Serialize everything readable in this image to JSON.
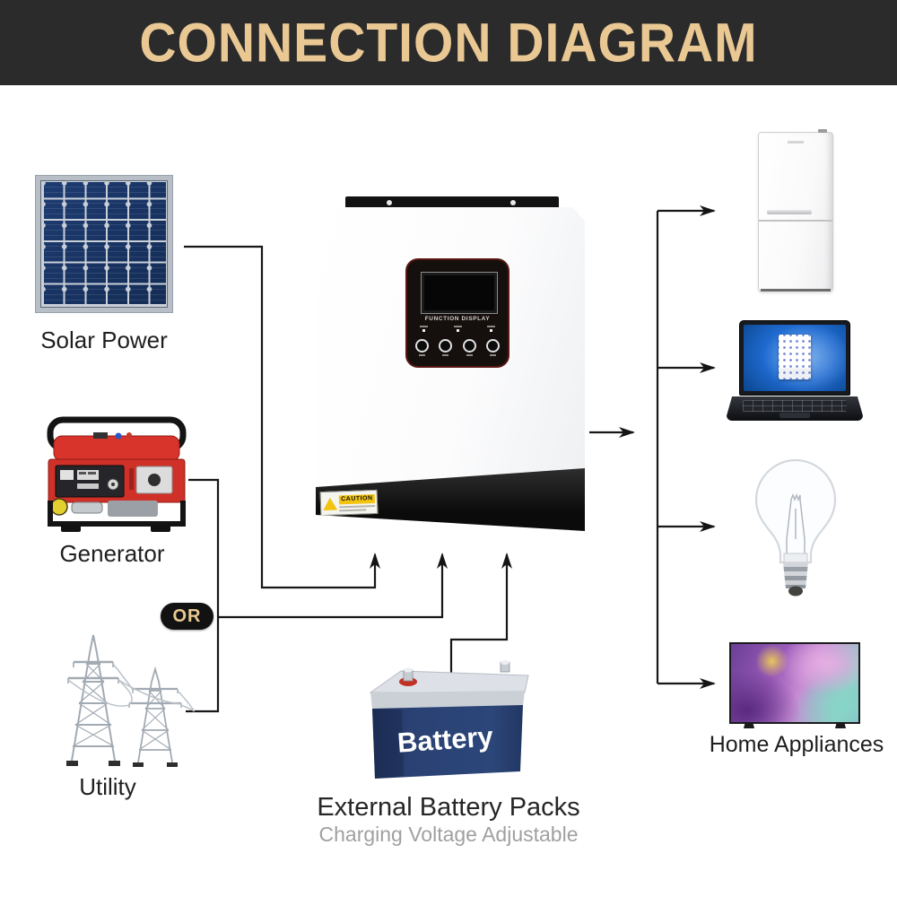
{
  "title": "CONNECTION DIAGRAM",
  "sources": [
    {
      "id": "solar-power",
      "label": "Solar Power"
    },
    {
      "id": "generator",
      "label": "Generator"
    },
    {
      "id": "utility",
      "label": "Utility"
    }
  ],
  "or_label": "OR",
  "inverter": {
    "display_title": "FUNCTION DISPLAY",
    "caution_label": "CAUTION"
  },
  "battery": {
    "label": "Battery",
    "caption_title": "External Battery Packs",
    "caption_subtitle": "Charging Voltage Adjustable"
  },
  "appliances": {
    "label": "Home Appliances",
    "items": [
      "refrigerator",
      "laptop",
      "light-bulb",
      "television"
    ]
  },
  "colors": {
    "banner_background": "#2b2b2b",
    "banner_text": "#eac893",
    "connector_line": "#17171a",
    "solar_cell_blue": "#16305c",
    "generator_red": "#d23128",
    "battery_navy": "#27407a",
    "caution_yellow": "#f2c410"
  }
}
